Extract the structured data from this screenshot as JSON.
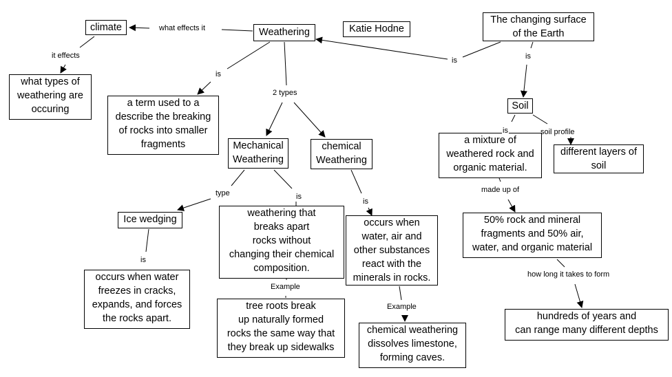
{
  "title": "Weathering concept map",
  "author": "Katie Hodne",
  "nodes": {
    "climate": "climate",
    "weathering": "Weathering",
    "author": "Katie Hodne",
    "surface": "The changing surface\n      of the Earth",
    "types_occurring": "what types of\nweathering are\noccuring",
    "term": "a term used to a\ndescribe the breaking\nof rocks into smaller\nfragments",
    "mechanical": "Mechanical\nWeathering",
    "chemical": "chemical\nWeathering",
    "soil": "Soil",
    "mixture": "a mixture of\nweathered rock and\norganic material.",
    "layers": "different layers of\nsoil",
    "ice": "Ice wedging",
    "mech_def": "weathering that\nbreaks apart\nrocks without\nchanging their chemical\ncomposition.",
    "chem_def": "occurs when\nwater, air and\nother substances\nreact with the\nminerals in rocks.",
    "percent": "50% rock and mineral\nfragments and 50% air,\nwater, and organic material",
    "ice_def": "occurs when water\nfreezes in cracks,\nexpands, and forces\nthe rocks apart.",
    "tree": "tree roots break\nup naturally formed\nrocks the same way that\nthey break up sidewalks",
    "chem_example": "chemical weathering\ndissolves limestone,\nforming caves.",
    "hundreds": "hundreds of years and\ncan range many different depths"
  },
  "links": {
    "what_effects_it": "what effects it",
    "it_effects": "it effects",
    "is_term": "is",
    "two_types": "2 types",
    "is_surface_weathering": "is",
    "is_surface_soil": "is",
    "is_soil_mixture": "is",
    "soil_profile": "soil profile",
    "type": "type",
    "is_mech": "is",
    "is_chem": "is",
    "made_up_of": "made up of",
    "is_ice": "is",
    "example_mech": "Example",
    "example_chem": "Example",
    "how_long": "how long it takes to form"
  }
}
